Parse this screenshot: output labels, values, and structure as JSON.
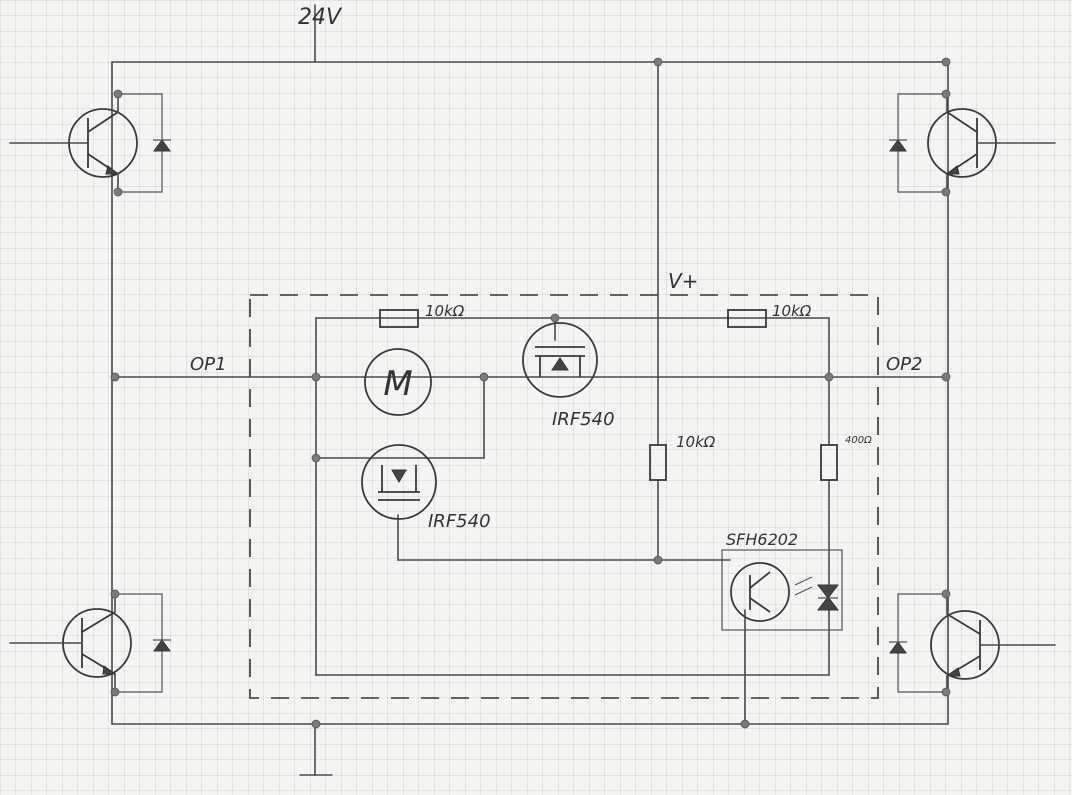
{
  "labels": {
    "supply": "24V",
    "vplus": "V+",
    "op1": "OP1",
    "op2": "OP2",
    "motor": "M",
    "mosfet_top": "IRF540",
    "mosfet_bottom": "IRF540",
    "r_top_left": "10kΩ",
    "r_top_right": "10kΩ",
    "r_mid": "10kΩ",
    "r_right": "400Ω",
    "optocoupler": "SFH6202"
  },
  "colors": {
    "paper": "#f4f4f2",
    "grid": "#c9c9c9",
    "ink": "#3a3a3a"
  }
}
